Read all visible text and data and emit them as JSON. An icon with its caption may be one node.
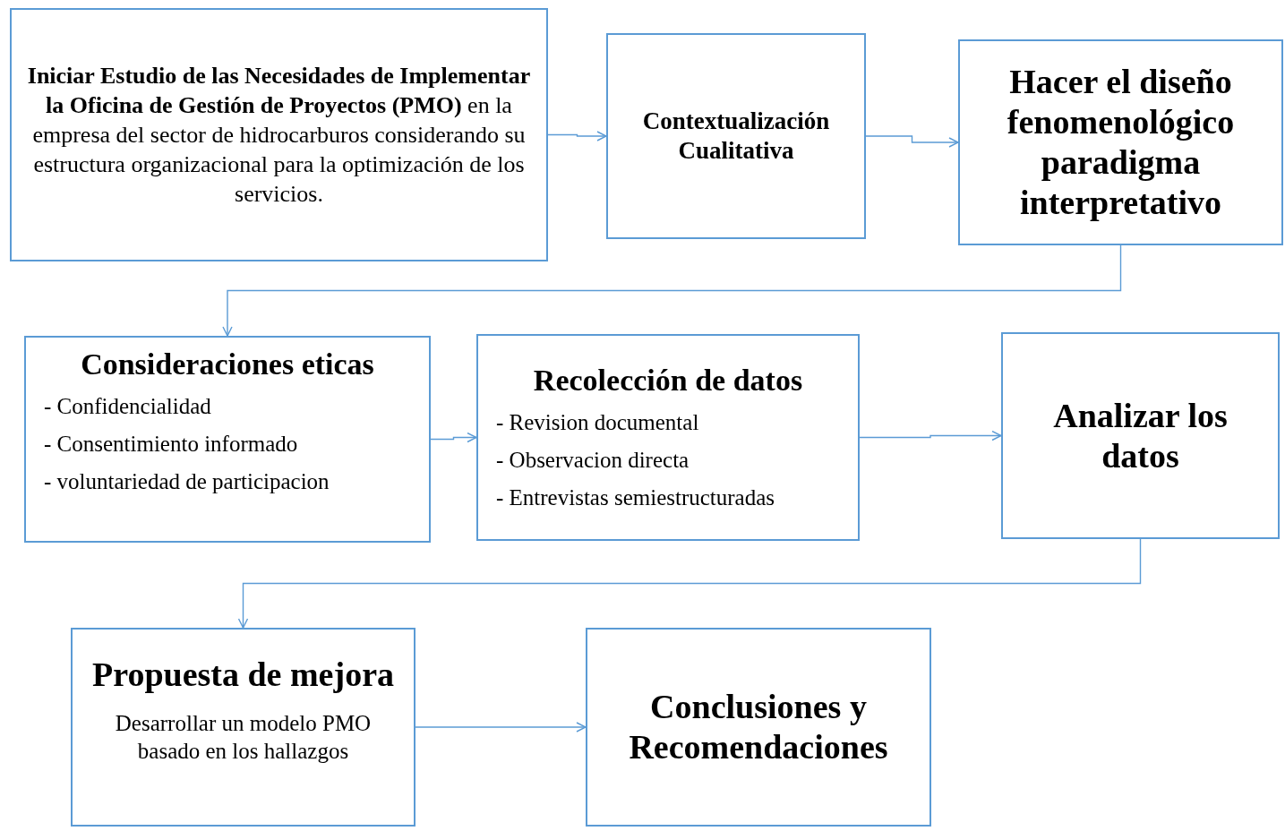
{
  "diagram": {
    "nodes": [
      {
        "text": [
          "**Iniciar Estudio de las Necesidades de Implementar la Oficina de Gestión de Proyectos (PMO)** en la empresa del sector de hidrocarburos considerando su estructura organizacional para la optimización de los servicios."
        ]
      },
      {
        "text": [
          "Contextualización Cualitativa"
        ]
      },
      {
        "text": [
          "Hacer el diseño fenomenológico paradigma interpretativo"
        ]
      },
      {
        "text": [
          "Consideraciones eticas",
          "- Confidencialidad",
          "- Consentimiento informado",
          "- voluntariedad de participacion"
        ]
      },
      {
        "text": [
          "Recolección de datos",
          "- Revision documental",
          "- Observacion directa",
          "- Entrevistas semiestructuradas"
        ]
      },
      {
        "text": [
          "Analizar los datos"
        ]
      },
      {
        "text": [
          "Propuesta de mejora",
          "Desarrollar un modelo PMO basado en los hallazgos"
        ]
      },
      {
        "text": [
          "Conclusiones y Recomendaciones"
        ]
      }
    ],
    "edges": [
      {
        "from": 0,
        "to": 1,
        "arrow": "to"
      },
      {
        "from": 1,
        "to": 2,
        "arrow": "to"
      },
      {
        "from": 2,
        "to": 3,
        "arrow": "to"
      },
      {
        "from": 3,
        "to": 4,
        "arrow": "to"
      },
      {
        "from": 4,
        "to": 5,
        "arrow": "to"
      },
      {
        "from": 5,
        "to": 6,
        "arrow": "to"
      },
      {
        "from": 6,
        "to": 7,
        "arrow": "to"
      }
    ]
  }
}
